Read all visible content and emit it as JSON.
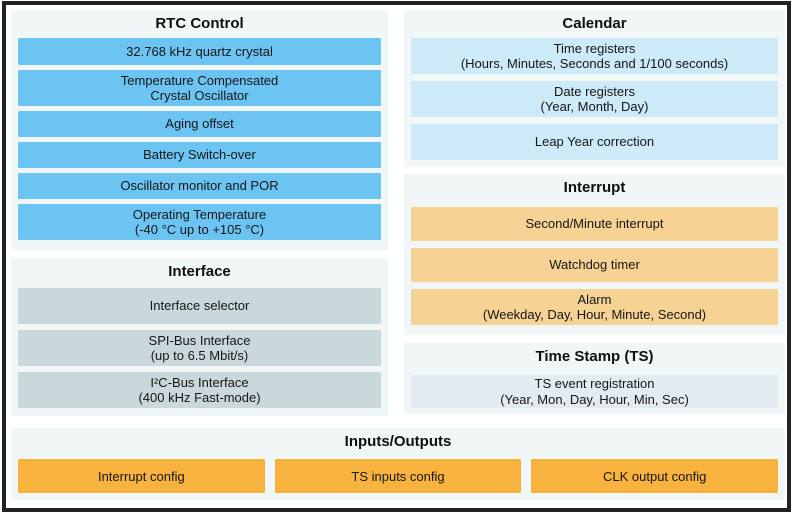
{
  "diagram": {
    "title_implicit": "RTC feature block diagram",
    "colors": {
      "rtc_item": "#6cc4f3",
      "calendar_item": "#cdeaf8",
      "interrupt_item": "#f6d295",
      "interface_item": "#c9d8da",
      "timestamp_item": "#e4eaf1",
      "io_button": "#f7b33d",
      "panel_bg": "#f1f6f7",
      "frame_border": "#232323"
    },
    "sections": {
      "rtc_control": {
        "title": "RTC Control",
        "items": [
          {
            "text": "32.768 kHz quartz crystal"
          },
          {
            "text": "Temperature Compensated\nCrystal Oscillator"
          },
          {
            "text": "Aging offset"
          },
          {
            "text": "Battery Switch-over"
          },
          {
            "text": "Oscillator monitor and POR"
          },
          {
            "text": "Operating Temperature\n(-40 °C up to +105 °C)"
          }
        ]
      },
      "interface": {
        "title": "Interface",
        "items": [
          {
            "text": "Interface selector"
          },
          {
            "text": "SPI-Bus Interface\n(up to 6.5 Mbit/s)"
          },
          {
            "text": "I²C-Bus Interface\n(400 kHz Fast-mode)"
          }
        ]
      },
      "calendar": {
        "title": "Calendar",
        "items": [
          {
            "text": "Time registers\n(Hours, Minutes, Seconds and 1/100 seconds)"
          },
          {
            "text": "Date registers\n(Year, Month, Day)"
          },
          {
            "text": "Leap Year correction"
          }
        ]
      },
      "interrupt": {
        "title": "Interrupt",
        "items": [
          {
            "text": "Second/Minute interrupt"
          },
          {
            "text": "Watchdog timer"
          },
          {
            "text": "Alarm\n(Weekday, Day, Hour, Minute, Second)"
          }
        ]
      },
      "time_stamp": {
        "title": "Time Stamp (TS)",
        "items": [
          {
            "text": "TS event registration\n(Year, Mon, Day, Hour, Min, Sec)"
          }
        ]
      },
      "inputs_outputs": {
        "title": "Inputs/Outputs",
        "items": [
          {
            "text": "Interrupt config"
          },
          {
            "text": "TS inputs config"
          },
          {
            "text": "CLK output config"
          }
        ]
      }
    }
  }
}
